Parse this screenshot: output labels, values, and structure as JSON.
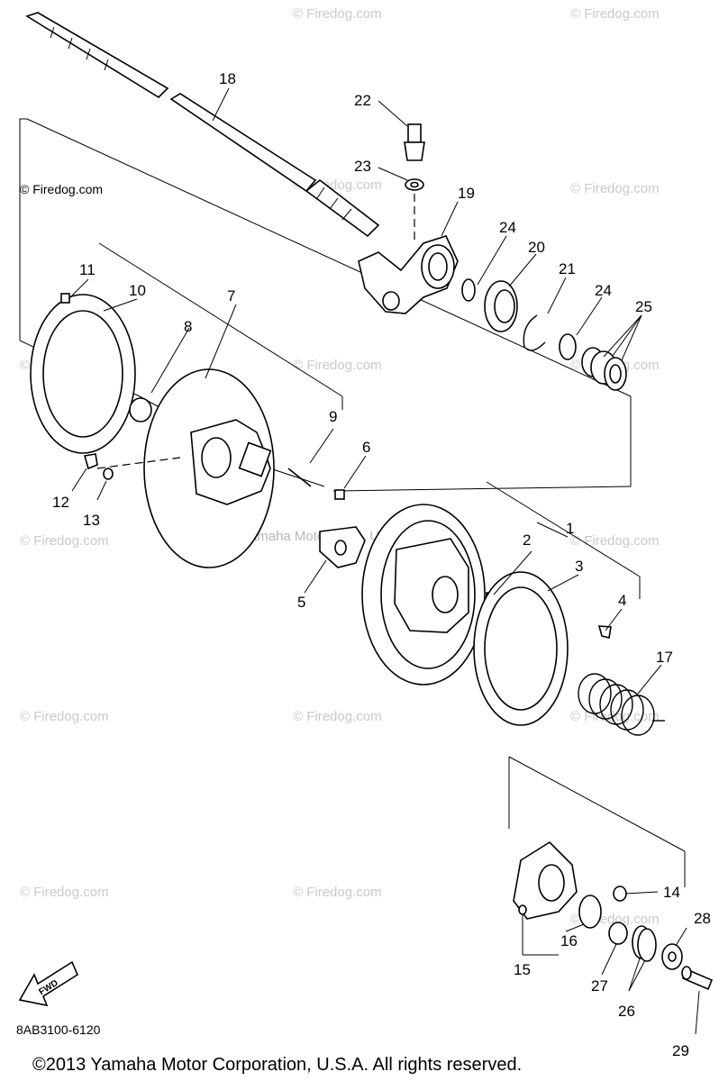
{
  "watermark": "© Firedog.com",
  "center_watermark": "Yamaha Motor Corp. U.S.A.",
  "callouts": {
    "c1": "1",
    "c2": "2",
    "c3": "3",
    "c4": "4",
    "c5": "5",
    "c6": "6",
    "c7": "7",
    "c8": "8",
    "c9": "9",
    "c10": "10",
    "c11": "11",
    "c12": "12",
    "c13": "13",
    "c14": "14",
    "c15": "15",
    "c16": "16",
    "c17": "17",
    "c18": "18",
    "c19": "19",
    "c20": "20",
    "c21": "21",
    "c22": "22",
    "c23": "23",
    "c24a": "24",
    "c24b": "24",
    "c25": "25",
    "c26": "26",
    "c27": "27",
    "c28": "28",
    "c29": "29"
  },
  "fwd_label": "FWD",
  "part_number": "8AB3100-6120",
  "copyright": "©2013 Yamaha Motor Corporation, U.S.A. All rights reserved."
}
